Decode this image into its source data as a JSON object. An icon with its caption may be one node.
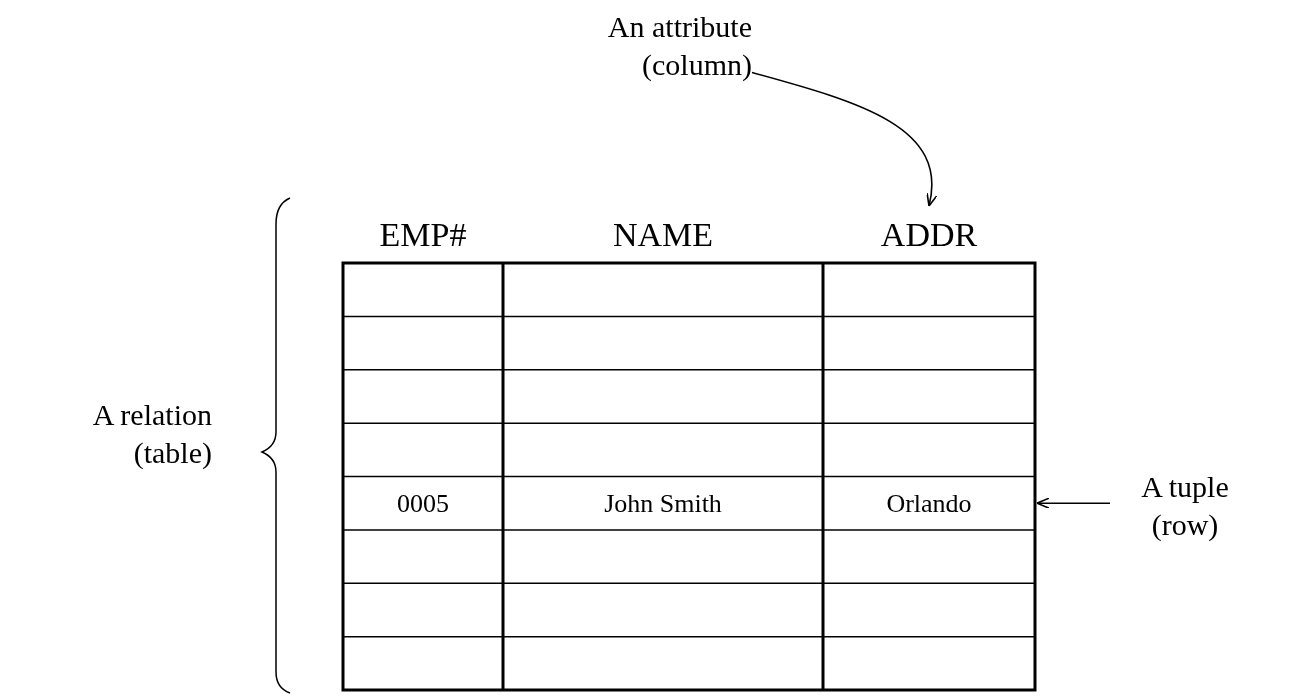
{
  "diagram": {
    "nodes": [
      {
        "text": [
          "An attribute (column)"
        ]
      },
      {
        "text": [
          "ADDR"
        ]
      },
      {
        "text": [
          "A tuple (row)"
        ]
      },
      {
        "text": [
          "0005",
          "John Smith",
          "Orlando"
        ]
      }
    ],
    "edges": [
      {
        "from": 0,
        "to": 1,
        "arrow": "to"
      },
      {
        "from": 2,
        "to": 3,
        "arrow": "to"
      }
    ],
    "labels": [
      "EMP#",
      "NAME",
      "A relation (table)"
    ]
  }
}
